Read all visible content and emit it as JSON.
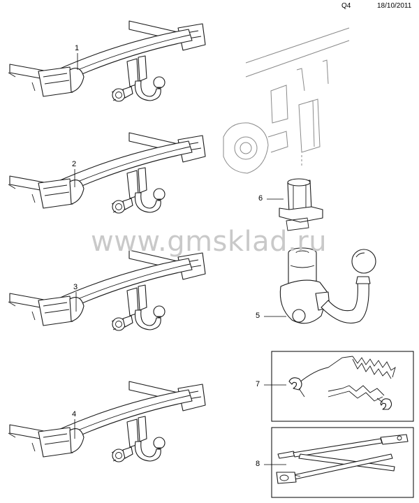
{
  "header": {
    "page_code": "Q4",
    "date": "18/10/2011"
  },
  "watermark": "www.gmsklad.ru",
  "callouts": [
    "1",
    "2",
    "3",
    "4",
    "5",
    "6",
    "7",
    "8"
  ]
}
